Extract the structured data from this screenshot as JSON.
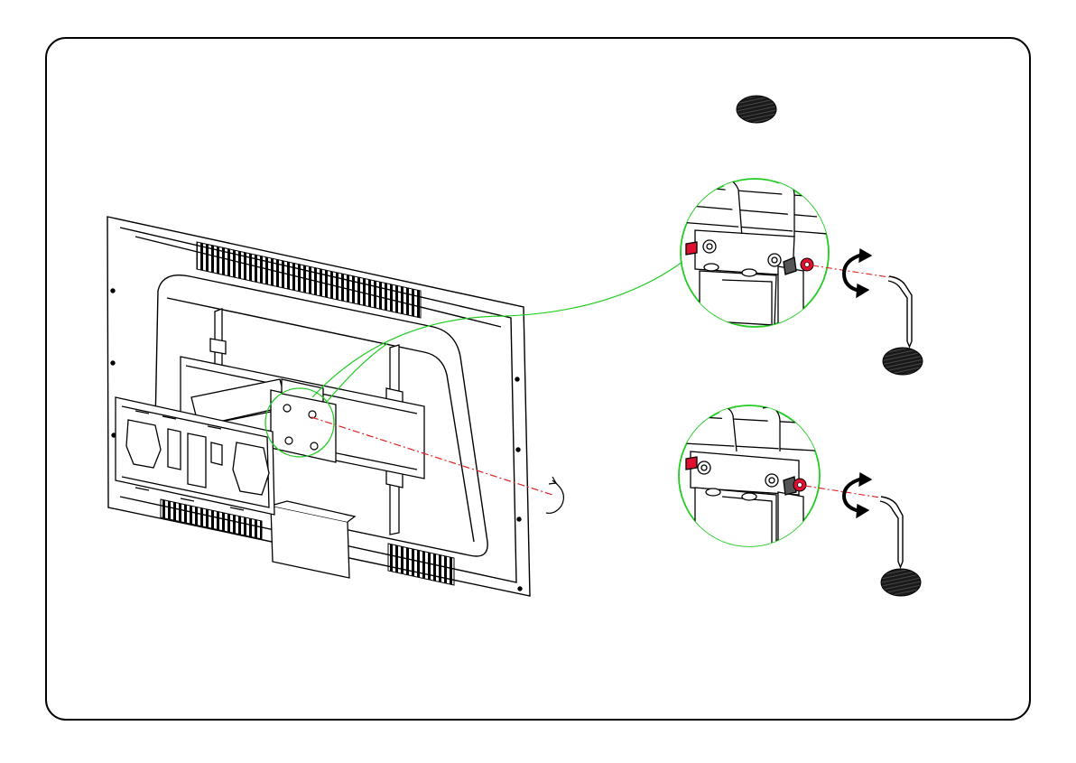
{
  "figure": {
    "caption": "",
    "colors": {
      "line": "#000000",
      "callout": "#22cc22",
      "axis": "#e02020",
      "screw": "#e01030",
      "badge": "#222222"
    },
    "badges": [
      {
        "label": "",
        "target": "header-badge"
      },
      {
        "label": "",
        "target": "detail-top-key"
      },
      {
        "label": "",
        "target": "detail-bottom-key"
      }
    ],
    "icons": [
      "tv-back-panel",
      "wall-mount-arm",
      "hex-key",
      "rotate-arrow",
      "tilt-adjust-screw"
    ]
  }
}
